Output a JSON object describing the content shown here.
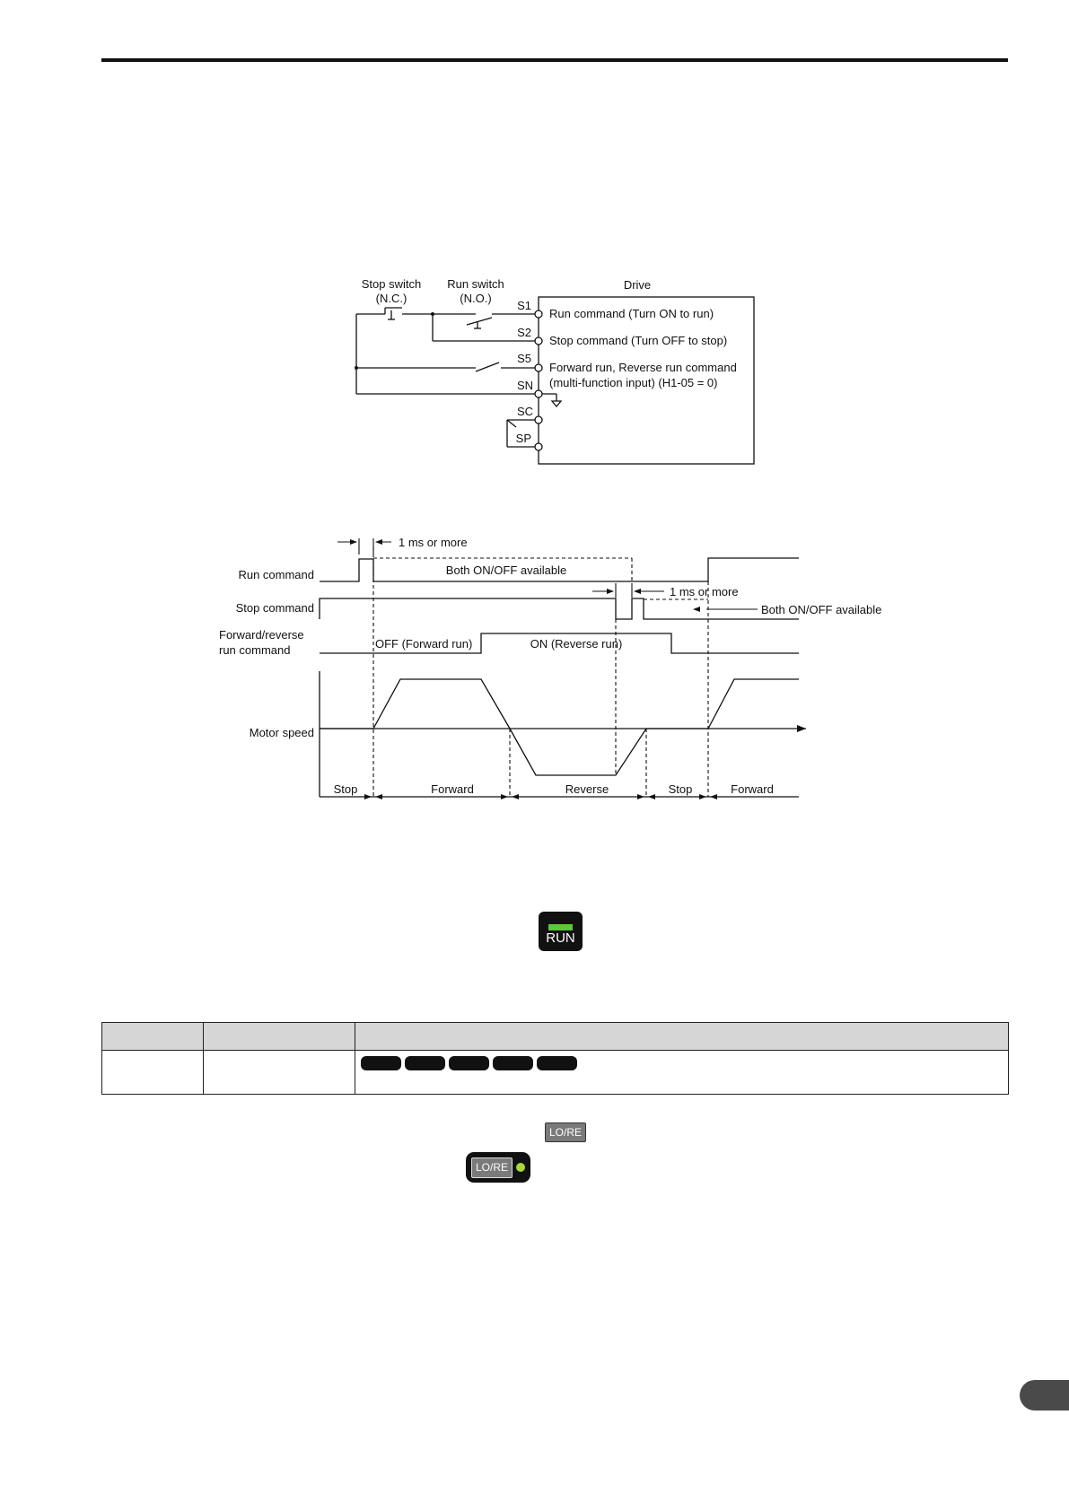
{
  "wiring": {
    "stop_switch": [
      "Stop switch",
      "(N.C.)"
    ],
    "run_switch": [
      "Run switch",
      "(N.O.)"
    ],
    "drive": "Drive",
    "terminals": [
      "S1",
      "S2",
      "S5",
      "SN",
      "SC",
      "SP"
    ],
    "s1_desc": "Run command (Turn ON to run)",
    "s2_desc": "Stop command (Turn OFF to stop)",
    "s5_desc": [
      "Forward run, Reverse run command",
      "(multi-function input) (H1-05 = 0)"
    ]
  },
  "timing": {
    "signals": {
      "run": "Run command",
      "stop": "Stop command",
      "fwdrev": [
        "Forward/reverse",
        "run command"
      ],
      "motor": "Motor speed"
    },
    "annotations": {
      "ms1": "1 ms or more",
      "both1": "Both ON/OFF available",
      "ms2": "1 ms or more",
      "both2": "Both ON/OFF available",
      "off_fwd": "OFF (Forward run)",
      "on_rev": "ON (Reverse run)"
    },
    "phases": [
      "Stop",
      "Forward",
      "Reverse",
      "Stop",
      "Forward"
    ]
  },
  "run_key": {
    "label": "RUN"
  },
  "lore_key": {
    "label": "LO/RE"
  },
  "lore_led_key": {
    "label": "LO/RE"
  }
}
